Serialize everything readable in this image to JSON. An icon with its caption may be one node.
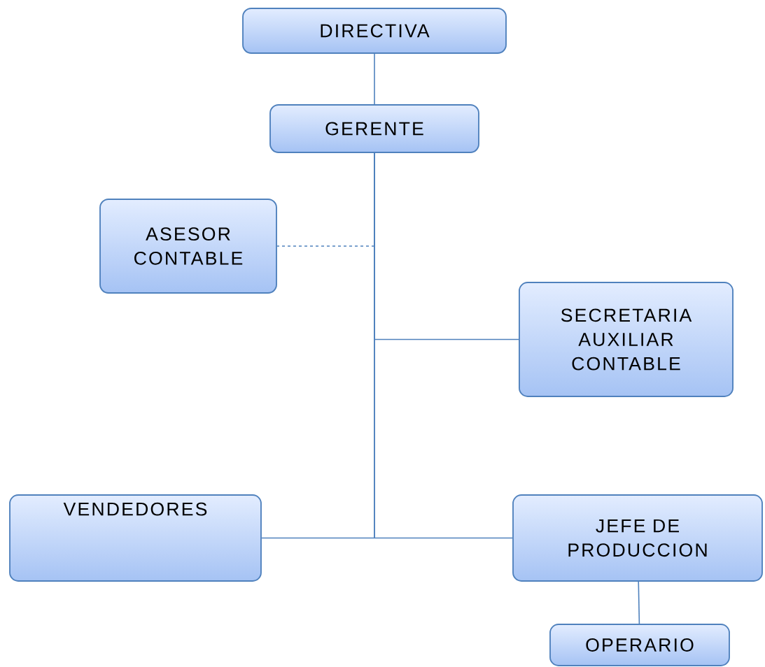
{
  "diagram": {
    "nodes": [
      {
        "text": [
          "DIRECTIVA"
        ]
      },
      {
        "text": [
          "GERENTE"
        ]
      },
      {
        "text": [
          "ASESOR CONTABLE"
        ]
      },
      {
        "text": [
          "SECRETARIA AUXILIAR CONTABLE"
        ]
      },
      {
        "text": [
          "VENDEDORES"
        ]
      },
      {
        "text": [
          "JEFE DE PRODUCCION"
        ]
      },
      {
        "text": [
          "OPERARIO"
        ]
      }
    ],
    "edges": [
      {
        "from": 0,
        "to": 1,
        "arrow": "none"
      },
      {
        "from": 1,
        "to": 2,
        "arrow": "none",
        "style": "dashed"
      },
      {
        "from": 1,
        "to": 3,
        "arrow": "none"
      },
      {
        "from": 1,
        "to": 4,
        "arrow": "none"
      },
      {
        "from": 1,
        "to": 5,
        "arrow": "none"
      },
      {
        "from": 5,
        "to": 6,
        "arrow": "none"
      }
    ]
  }
}
